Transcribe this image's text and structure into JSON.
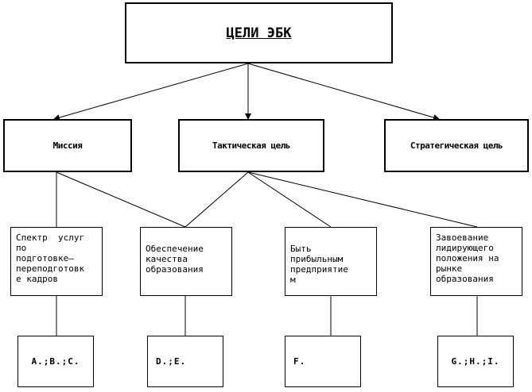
{
  "diagram": {
    "root": {
      "label": "ЦЕЛИ ЭБК"
    },
    "level1": [
      {
        "id": "mission",
        "label": "Миссия"
      },
      {
        "id": "tactical",
        "label": "Тактическая цель"
      },
      {
        "id": "strategic",
        "label": "Стратегическая цель"
      }
    ],
    "level2": [
      {
        "id": "goal1",
        "label": "Спектр  услуг\nпо\nподготовке–\nпереподготовк\nе кадров"
      },
      {
        "id": "goal2",
        "label": "Обеспечение\nкачества\nобразования"
      },
      {
        "id": "goal3",
        "label": "Быть\nприбыльным\nпредприятие\nм"
      },
      {
        "id": "goal4",
        "label": "Завоевание\nлидирующего\nположения на\nрынке\nобразования"
      }
    ],
    "level3": [
      {
        "id": "code1",
        "label": "А.;В.;С."
      },
      {
        "id": "code2",
        "label": "D.;Е."
      },
      {
        "id": "code3",
        "label": "F."
      },
      {
        "id": "code4",
        "label": "G.;Н.;I."
      }
    ],
    "edges": [
      {
        "from": "root",
        "to": "mission",
        "arrow": true
      },
      {
        "from": "root",
        "to": "tactical",
        "arrow": true
      },
      {
        "from": "root",
        "to": "strategic",
        "arrow": true
      },
      {
        "from": "mission",
        "to": "goal1",
        "arrow": false
      },
      {
        "from": "mission",
        "to": "goal2",
        "arrow": false
      },
      {
        "from": "tactical",
        "to": "goal2",
        "arrow": false
      },
      {
        "from": "tactical",
        "to": "goal3",
        "arrow": false
      },
      {
        "from": "tactical",
        "to": "goal4",
        "arrow": false
      },
      {
        "from": "goal1",
        "to": "code1",
        "arrow": false
      },
      {
        "from": "goal2",
        "to": "code2",
        "arrow": false
      },
      {
        "from": "goal3",
        "to": "code3",
        "arrow": false
      },
      {
        "from": "goal4",
        "to": "code4",
        "arrow": false
      }
    ],
    "colors": {
      "stroke": "#000000",
      "background": "#ffffff"
    }
  }
}
